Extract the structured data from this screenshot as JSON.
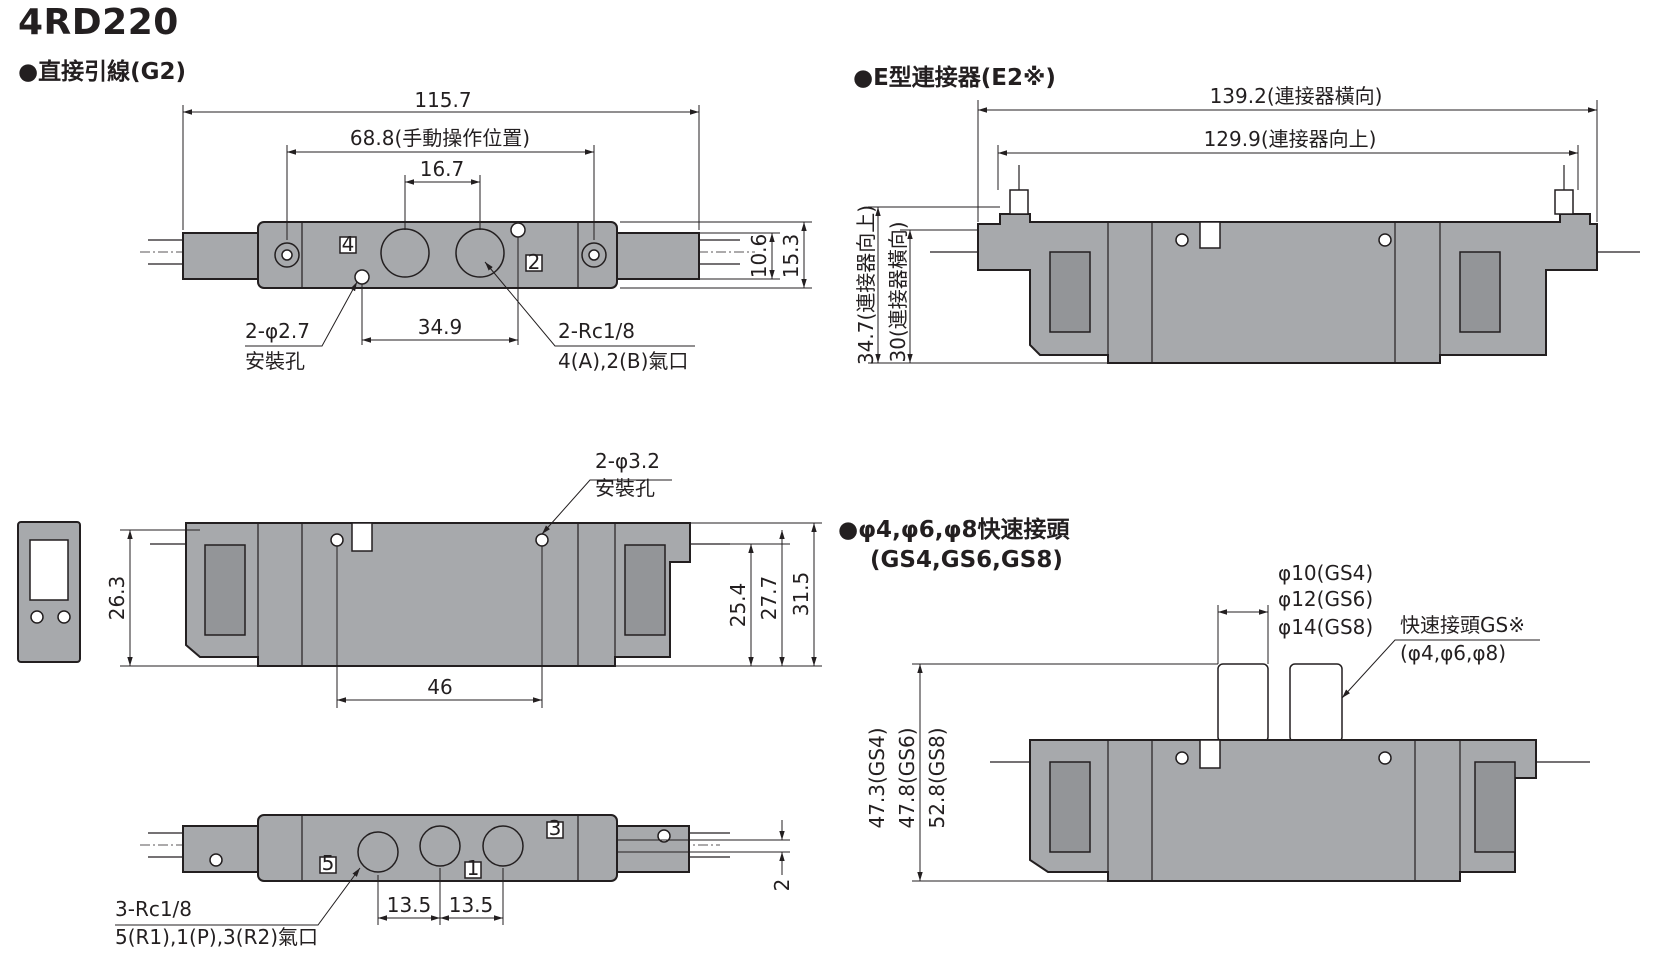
{
  "model": "4RD220",
  "sections": {
    "direct_wire": "●直接引線(G2)",
    "e_connector": "●E型連接器(E2※)",
    "quick_fitting_line1": "●φ4,φ6,φ8快速接頭",
    "quick_fitting_line2": "(GS4,GS6,GS8)"
  },
  "dims": {
    "d_115_7": "115.7",
    "d_68_8": "68.8(手動操作位置)",
    "d_16_7": "16.7",
    "d_10_6": "10.6",
    "d_15_3": "15.3",
    "hole27_a": "2-φ2.7",
    "hole27_b": "安裝孔",
    "d_34_9": "34.9",
    "rc18_a": "2-Rc1/8",
    "rc18_b": "4(A),2(B)氣口",
    "d_139_2": "139.2(連接器橫向)",
    "d_129_9": "129.9(連接器向上)",
    "d_34_7": "34.7(連接器向上)",
    "d_30": "30(連接器橫向)",
    "hole32_a": "2-φ3.2",
    "hole32_b": "安裝孔",
    "d_26_3": "26.3",
    "d_25_4": "25.4",
    "d_27_7": "27.7",
    "d_31_5": "31.5",
    "d_46": "46",
    "phi10": "φ10(GS4)",
    "phi12": "φ12(GS6)",
    "phi14": "φ14(GS8)",
    "gs_a": "快速接頭GS※",
    "gs_b": "(φ4,φ6,φ8)",
    "d_47_3": "47.3(GS4)",
    "d_47_8": "47.8(GS6)",
    "d_52_8": "52.8(GS8)",
    "d_13_5a": "13.5",
    "d_13_5b": "13.5",
    "d_2": "2",
    "rc3_a": "3-Rc1/8",
    "rc3_b": "5(R1),1(P),3(R2)氣口",
    "port4": "4",
    "port2": "2",
    "port5": "5",
    "port1": "1",
    "port3": "3"
  }
}
